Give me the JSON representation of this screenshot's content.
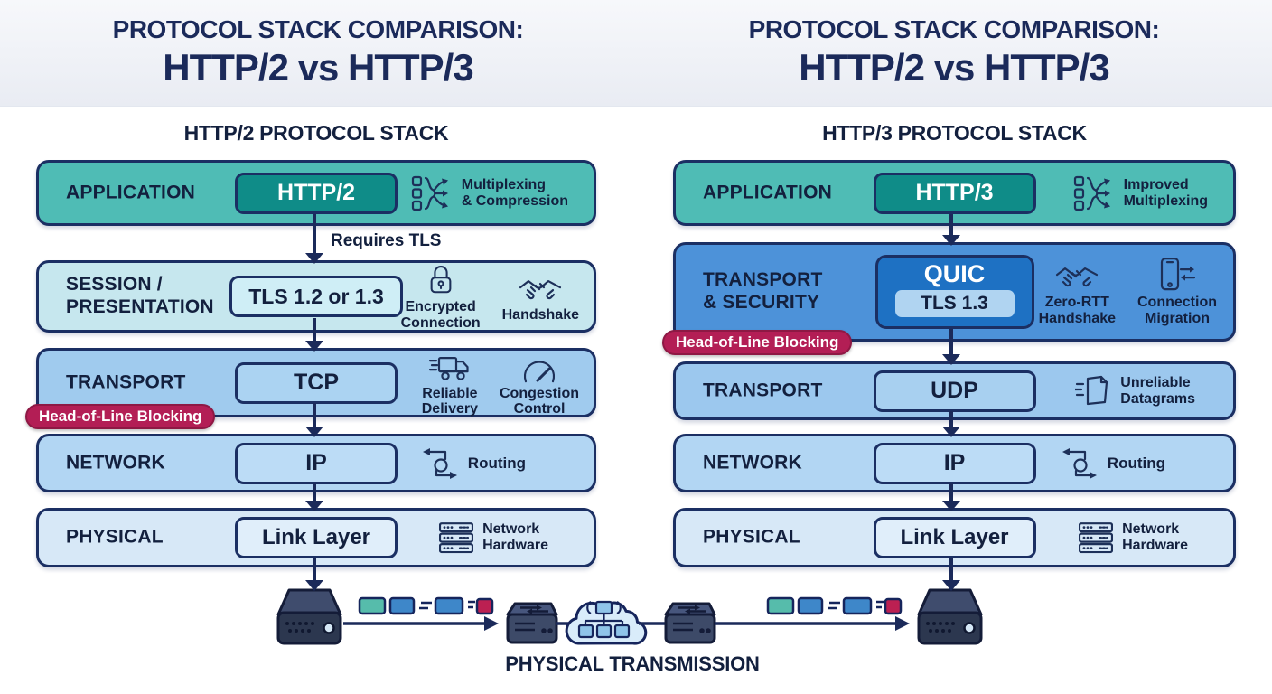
{
  "header_left": {
    "line1": "PROTOCOL STACK COMPARISON:",
    "line2": "HTTP/2 vs HTTP/3"
  },
  "header_right": {
    "line1": "PROTOCOL STACK COMPARISON:",
    "line2": "HTTP/2 vs HTTP/3"
  },
  "left_stack": {
    "title": "HTTP/2 PROTOCOL STACK",
    "arrow_label": "Requires TLS",
    "badge": "Head-of-Line Blocking",
    "layers": [
      {
        "name": "APPLICATION",
        "protocol": "HTTP/2",
        "features": [
          {
            "icon": "multiplexing-icon",
            "label": "Multiplexing\n& Compression"
          }
        ]
      },
      {
        "name": "SESSION /\nPRESENTATION",
        "protocol": "TLS 1.2 or 1.3",
        "features": [
          {
            "icon": "lock-icon",
            "label": "Encrypted\nConnection"
          },
          {
            "icon": "handshake-icon",
            "label": "Handshake"
          }
        ]
      },
      {
        "name": "TRANSPORT",
        "protocol": "TCP",
        "features": [
          {
            "icon": "truck-icon",
            "label": "Reliable\nDelivery"
          },
          {
            "icon": "gauge-icon",
            "label": "Congestion\nControl"
          }
        ]
      },
      {
        "name": "NETWORK",
        "protocol": "IP",
        "features": [
          {
            "icon": "routing-icon",
            "label": "Routing"
          }
        ]
      },
      {
        "name": "PHYSICAL",
        "protocol": "Link Layer",
        "features": [
          {
            "icon": "server-stack-icon",
            "label": "Network\nHardware"
          }
        ]
      }
    ]
  },
  "right_stack": {
    "title": "HTTP/3 PROTOCOL STACK",
    "badge": "Head-of-Line Blocking",
    "layers": [
      {
        "name": "APPLICATION",
        "protocol": "HTTP/3",
        "features": [
          {
            "icon": "multiplexing-icon",
            "label": "Improved\nMultiplexing"
          }
        ]
      },
      {
        "name": "TRANSPORT\n& SECURITY",
        "protocol": "QUIC",
        "protocol_sub": "TLS 1.3",
        "features": [
          {
            "icon": "handshake-icon",
            "label": "Zero-RTT\nHandshake"
          },
          {
            "icon": "phone-arrows-icon",
            "label": "Connection\nMigration"
          }
        ]
      },
      {
        "name": "TRANSPORT",
        "protocol": "UDP",
        "features": [
          {
            "icon": "datagram-icon",
            "label": "Unreliable\nDatagrams"
          }
        ]
      },
      {
        "name": "NETWORK",
        "protocol": "IP",
        "features": [
          {
            "icon": "routing-icon",
            "label": "Routing"
          }
        ]
      },
      {
        "name": "PHYSICAL",
        "protocol": "Link Layer",
        "features": [
          {
            "icon": "server-stack-icon",
            "label": "Network\nHardware"
          }
        ]
      }
    ]
  },
  "bottom": {
    "label": "PHYSICAL TRANSMISSION"
  },
  "colors": {
    "teal_layer": "#4fbcb5",
    "teal_protocol_box": "#0f8c88",
    "session_layer": "#c6e7ee",
    "transport_layer": "#a0cbee",
    "network_layer": "#b2d6f3",
    "physical_layer": "#d7e8f7",
    "quic_layer": "#4d92d9",
    "quic_box": "#1e71c3",
    "tls13_box": "#b0d4f1",
    "badge_red": "#b31e55",
    "navy": "#1b2a5a",
    "packet_teal": "#56bcab",
    "packet_blue": "#3e87c9",
    "packet_red": "#bc2052"
  }
}
